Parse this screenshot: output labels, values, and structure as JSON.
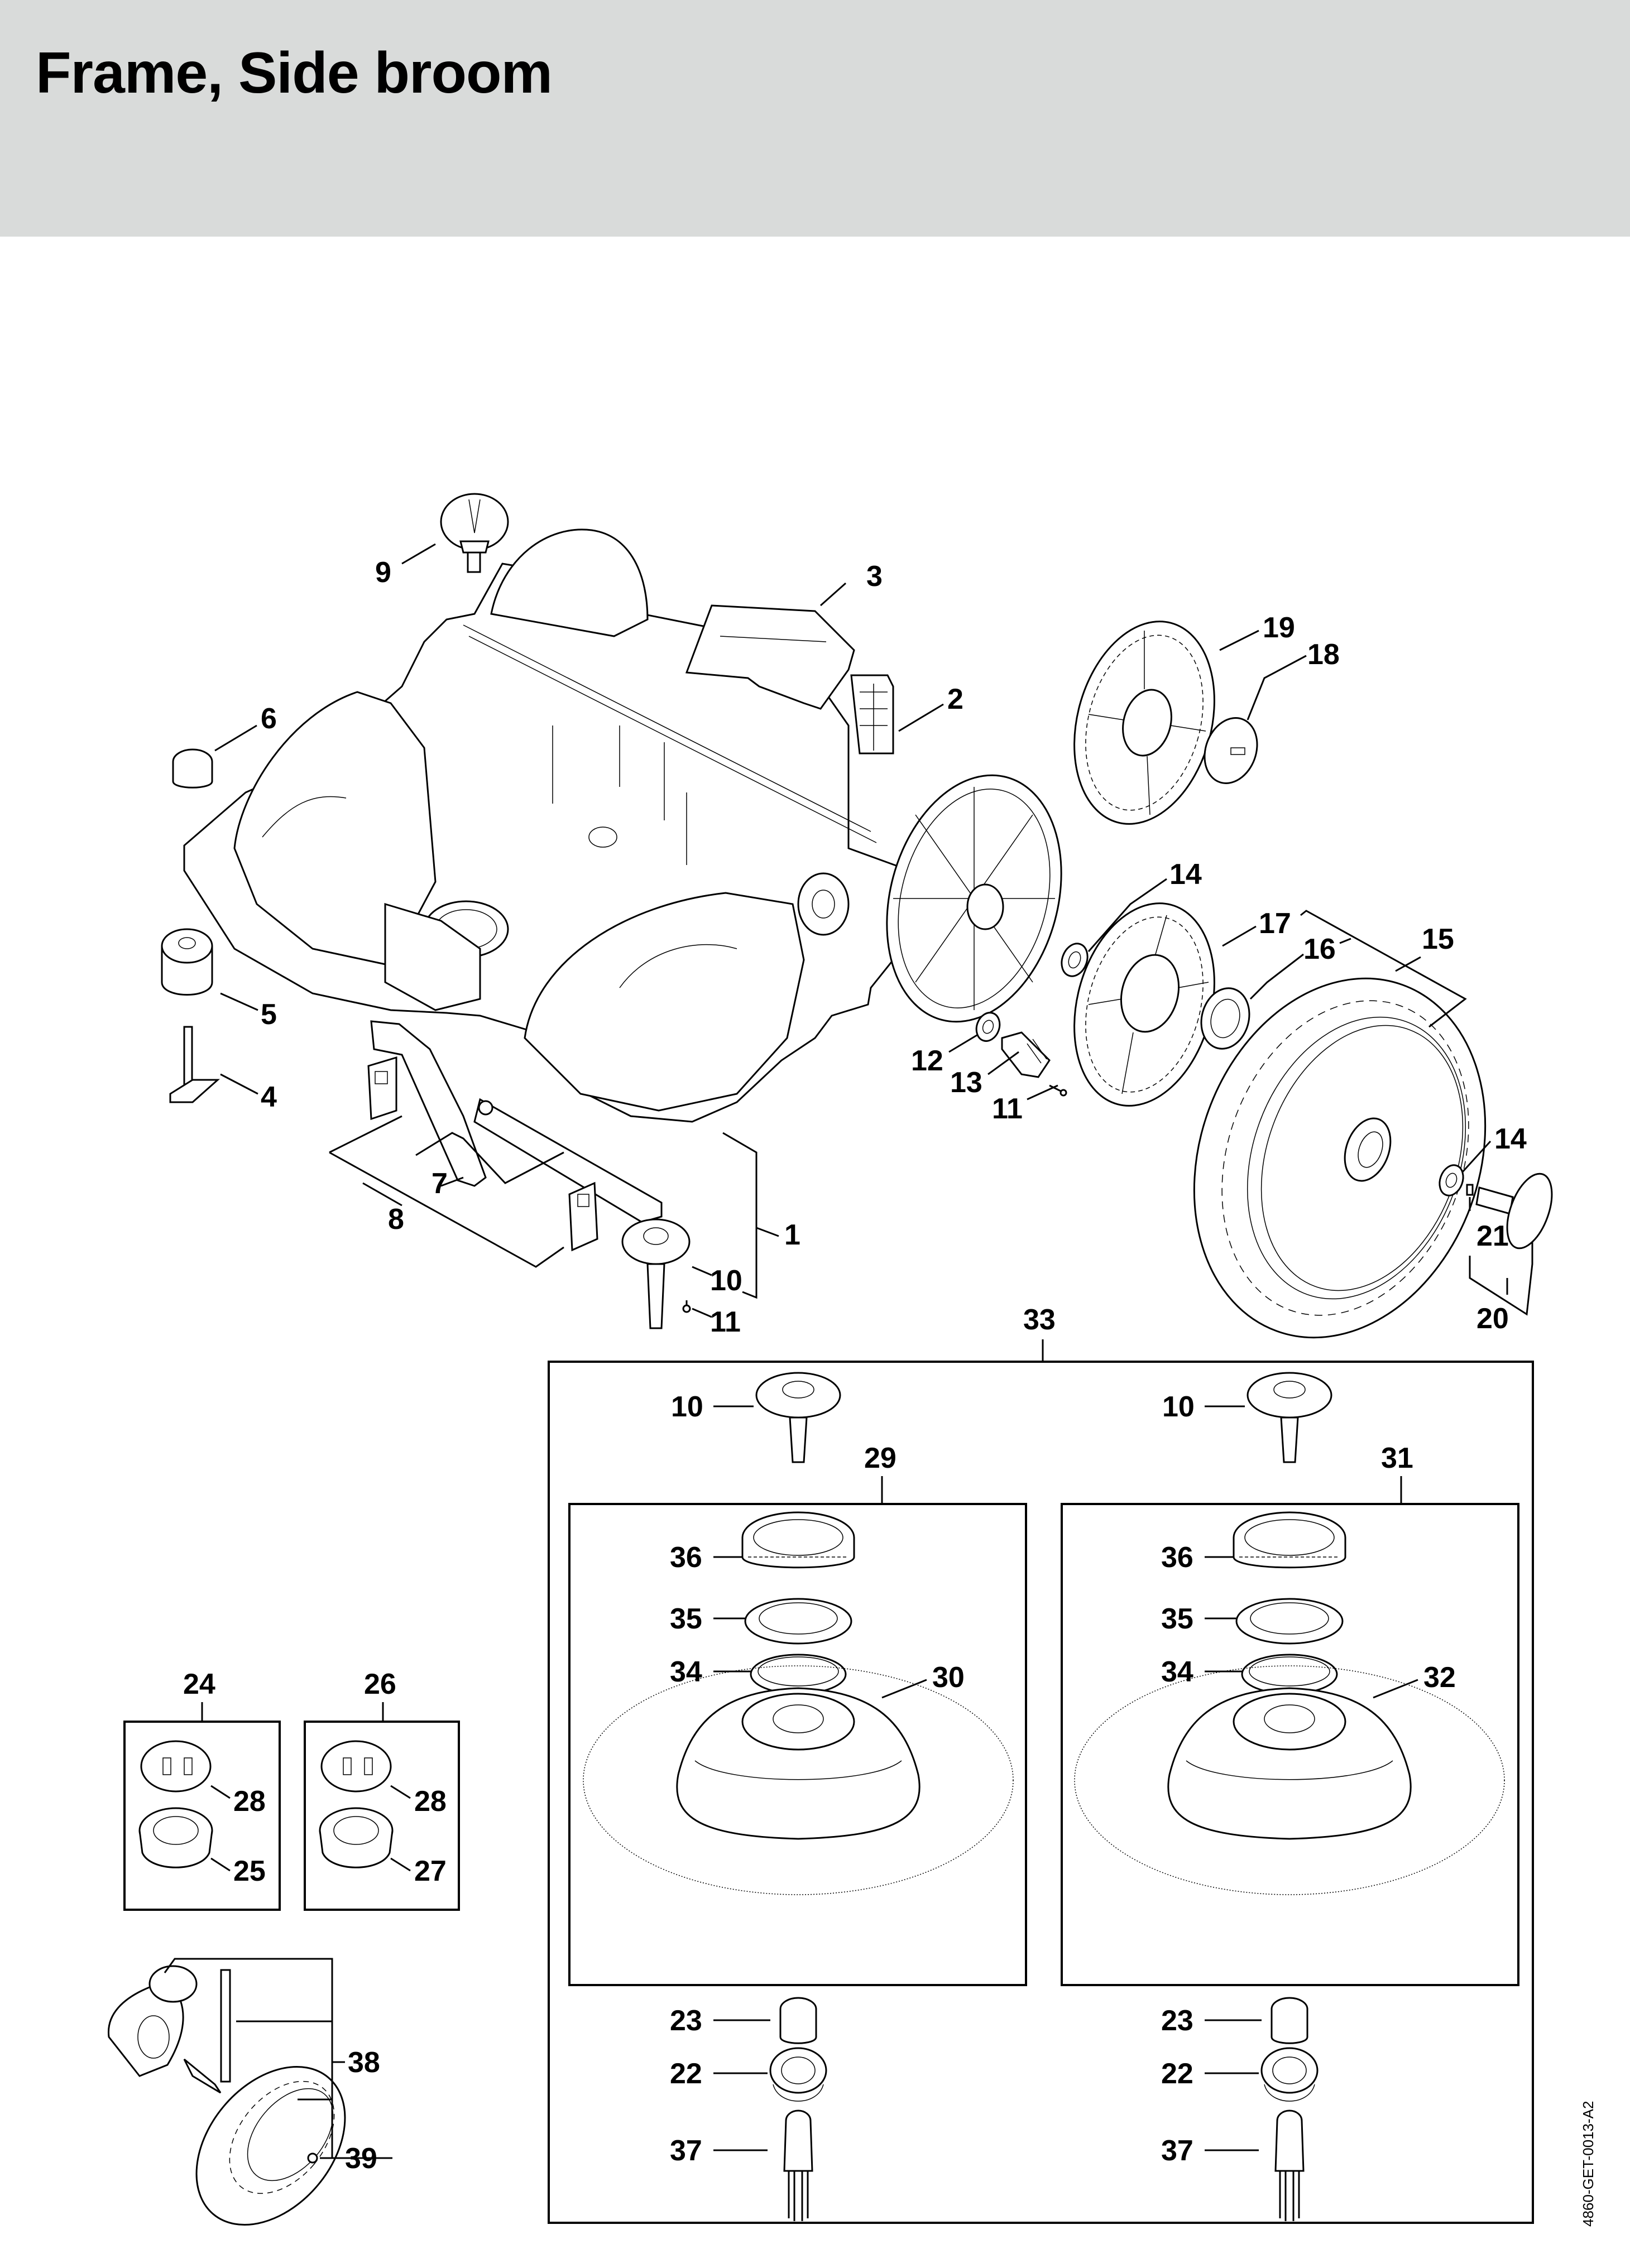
{
  "header": {
    "title": "Frame, Side broom",
    "background_color": "#d9dbda"
  },
  "reference_code": "4860-GET-0013-A2",
  "callouts": {
    "main_assembly": {
      "frame": "1",
      "filter": "2",
      "cover": "3",
      "axle_pin": "4",
      "roller": "5",
      "cap": "6",
      "lever": "7",
      "lever_kit": "8",
      "knob": "9",
      "broom_hub": "10",
      "screw_hub": "11",
      "bearing_left": "12",
      "pinion": "13",
      "washer_upper": "14",
      "screw_pinion": "11",
      "wheel": "15",
      "hex_insert": "16",
      "gear_lower": "17",
      "ring": "18",
      "gear_upper": "19",
      "hubcap_kit": "20",
      "pin": "21",
      "washer_lower": "14"
    },
    "side_broom_kit": {
      "kit": "33",
      "left": {
        "hub": "10",
        "assembly": "29",
        "ring_gear": "36",
        "retainer": "35",
        "clip_ring": "34",
        "brush": "30",
        "nut": "23",
        "bushing": "22",
        "shaft": "37"
      },
      "right": {
        "hub": "10",
        "assembly": "31",
        "ring_gear": "36",
        "retainer": "35",
        "clip_ring": "34",
        "brush": "32",
        "nut": "23",
        "bushing": "22",
        "shaft": "37"
      }
    },
    "insert_kits": [
      {
        "kit": "24",
        "top_part": "28",
        "bottom_part": "25"
      },
      {
        "kit": "26",
        "top_part": "28",
        "bottom_part": "27"
      }
    ],
    "caster_kit": {
      "kit": "38",
      "clip": "39"
    }
  }
}
